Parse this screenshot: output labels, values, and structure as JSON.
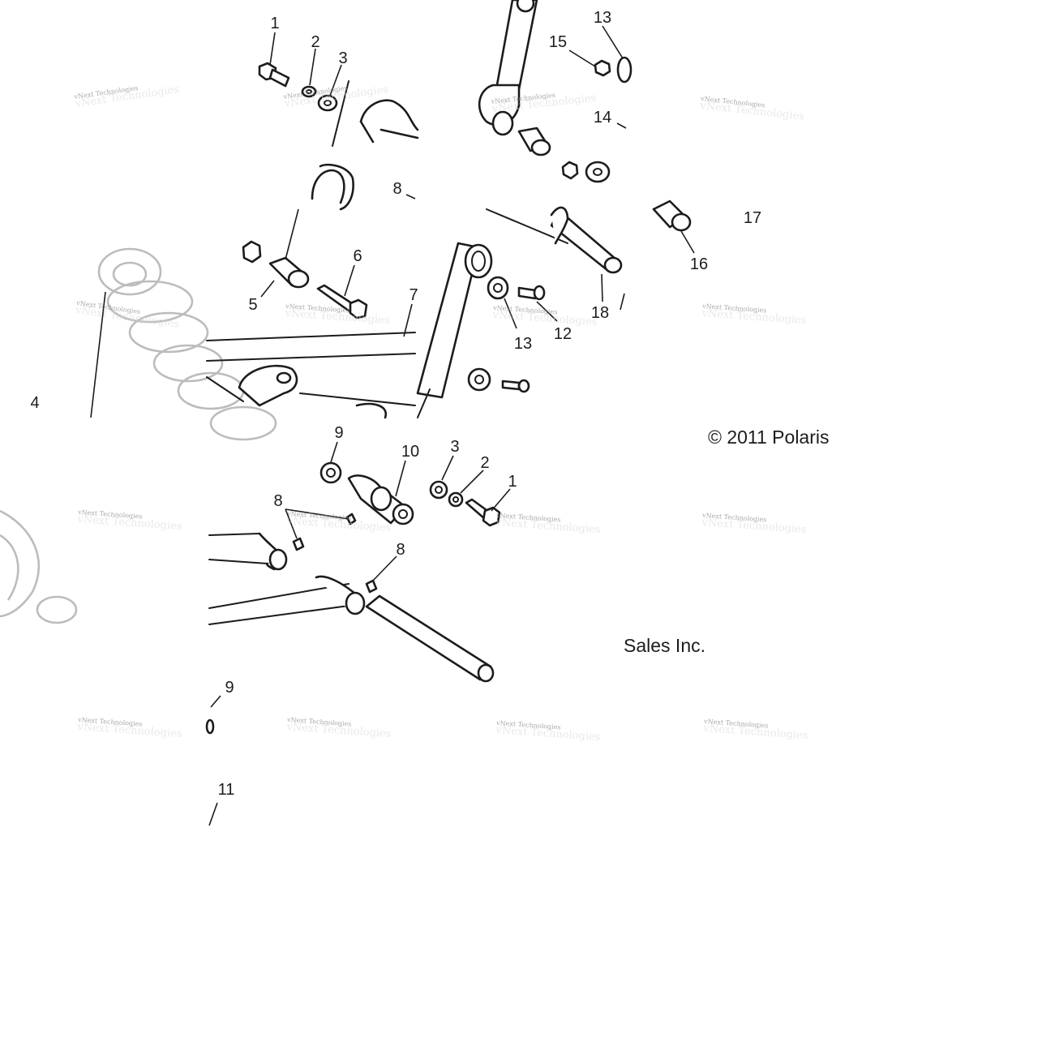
{
  "diagram": {
    "callouts": {
      "c1a": "1",
      "c2a": "2",
      "c3a": "3",
      "c13a": "13",
      "c15": "15",
      "c14": "14",
      "c8a": "8",
      "c17": "17",
      "c16": "16",
      "c5": "5",
      "c6": "6",
      "c7": "7",
      "c4": "4",
      "c13b": "13",
      "c12": "12",
      "c18": "18",
      "c9a": "9",
      "c10": "10",
      "c3b": "3",
      "c2b": "2",
      "c1b": "1",
      "c8b": "8",
      "c8c": "8",
      "c9b": "9",
      "c11": "11"
    },
    "copyright_part1": "© 2011 Polaris S",
    "copyright_part2": "Sales Inc.",
    "watermark": "vNext Technologies"
  }
}
